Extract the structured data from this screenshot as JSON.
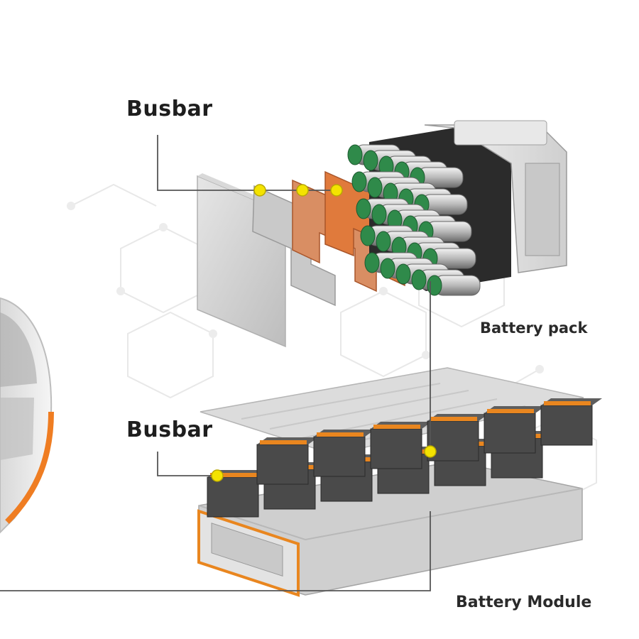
{
  "labels": {
    "busbar_top": "Busbar",
    "busbar_mid": "Busbar",
    "battery_pack": "Battery pack",
    "battery_module": "Battery Module"
  },
  "colors": {
    "leader_line": "#555555",
    "marker": "#f4e300",
    "copper": "#e07a3c",
    "cell_green": "#2f8a4a",
    "module_grey": "#4a4a4a",
    "accent_orange": "#e9861f"
  }
}
